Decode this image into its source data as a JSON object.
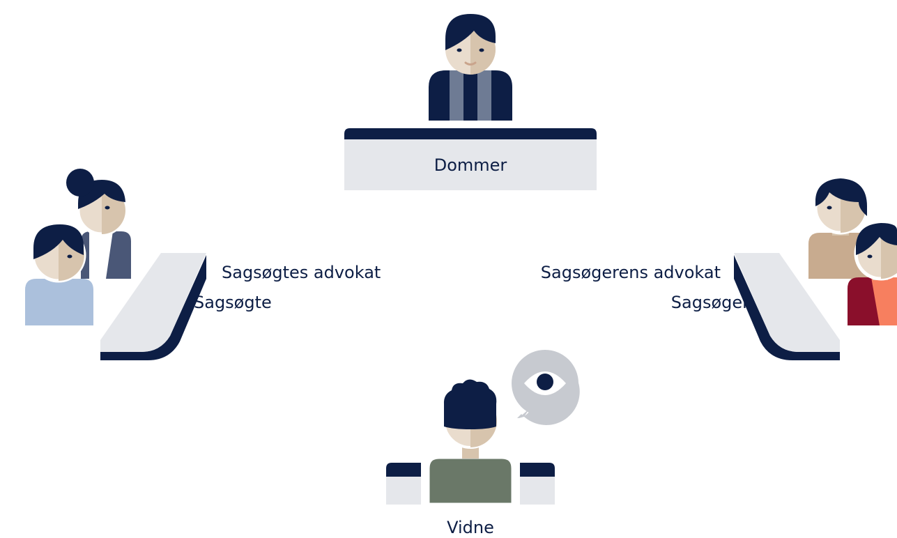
{
  "labels": {
    "judge": "Dommer",
    "defendant_lawyer": "Sagsøgtes advokat",
    "defendant": "Sagsøgte",
    "plaintiff_lawyer": "Sagsøgerens advokat",
    "plaintiff": "Sagsøger",
    "witness": "Vidne"
  },
  "colors": {
    "navy": "#0d1e45",
    "bench_gray": "#e5e7eb",
    "skin_light": "#e9dccd",
    "skin_shadow": "#d7c4ad",
    "judge_shirt": "#6e7b94",
    "defendant_top": "#abc0dc",
    "defendant_lawyer_jacket": "#4a5777",
    "plaintiff_lawyer_top": "#c8ab8f",
    "plaintiff_jacket": "#8a0f2b",
    "plaintiff_shirt": "#f77f5f",
    "witness_top": "#6a7868",
    "speech_bubble": "#c7cad0"
  },
  "icons": [
    "person-icon",
    "speech-bubble-eye-icon"
  ]
}
